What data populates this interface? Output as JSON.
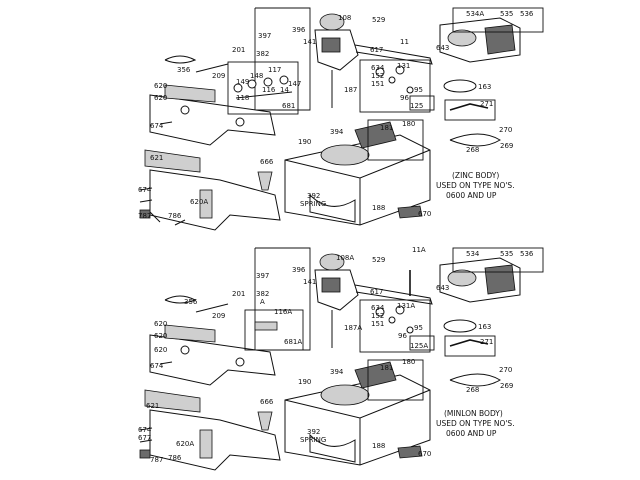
{
  "top": {
    "labels": {
      "l356": "356",
      "l209": "209",
      "l620": "620",
      "l621": "621",
      "l674": "674",
      "l787": "787",
      "l786": "786",
      "l620a": "620A",
      "l397": "397",
      "l396": "396",
      "l141": "141",
      "l201": "201",
      "l382": "382",
      "l108": "108",
      "l529": "529",
      "l617": "617",
      "l11": "11",
      "l148": "148",
      "l149": "149",
      "l117": "117",
      "l116": "116",
      "l118": "118",
      "l14": "14",
      "l147": "147",
      "l681": "681",
      "l187": "187",
      "l634": "634",
      "l152": "152",
      "l151": "151",
      "l131": "131",
      "l96": "96",
      "l95": "95",
      "l125": "125",
      "l666": "666",
      "l394": "394",
      "l190": "190",
      "l181": "181",
      "l180": "180",
      "l392": "392",
      "l188": "188",
      "l670": "670",
      "l534a": "534A",
      "l535": "535",
      "l536": "536",
      "l643": "643",
      "l163": "163",
      "l271": "271",
      "l270": "270",
      "l268": "268",
      "l269": "269"
    },
    "spring": "SPRING",
    "note": [
      "(ZINC BODY)",
      "USED ON TYPE NO'S.",
      "0600 AND UP"
    ]
  },
  "bottom": {
    "labels": {
      "l356": "356",
      "l209": "209",
      "l620": "620",
      "l621": "621",
      "l674": "674",
      "l677": "677",
      "l787": "787",
      "l786": "786",
      "l620a": "620A",
      "l397": "397",
      "l396": "396",
      "l141": "141",
      "l201": "201",
      "l382": "382",
      "l108a": "108A",
      "l529": "529",
      "l617": "617",
      "l11a": "11A",
      "l116a": "116A",
      "l681a": "681A",
      "l187a": "187A",
      "l634": "634",
      "l152": "152",
      "l151": "151",
      "l131a": "131A",
      "l96": "96",
      "l95": "95",
      "l125a": "125A",
      "l666": "666",
      "l394": "394",
      "l190": "190",
      "l181": "181",
      "l180": "180",
      "l392": "392",
      "l188": "188",
      "l670": "670",
      "l534": "534",
      "l535": "535",
      "l536": "536",
      "l643": "643",
      "l163": "163",
      "l271": "271",
      "l270": "270",
      "l268": "268",
      "l269": "269"
    },
    "a_letter": "A",
    "spring": "SPRING",
    "note": [
      "(MINLON BODY)",
      "USED ON TYPE NO'S.",
      "0600 AND UP"
    ]
  }
}
